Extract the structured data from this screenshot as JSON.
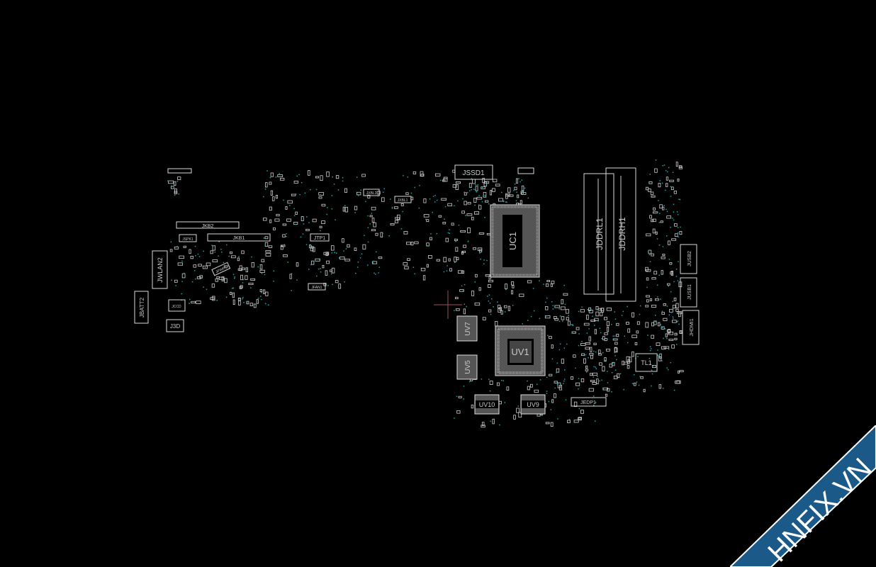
{
  "viewer": {
    "background": "#000000",
    "outline_color": "#d8d8d8",
    "pin_color": "#1fa3a3",
    "cursor_color": "#a05060"
  },
  "components": {
    "JKB2": "JKB2",
    "JKB1": "JKB1",
    "JSPK1": "JSPK1",
    "JTP1": "JTP1",
    "JFAN1": "JFAN1",
    "JPWR1": "JPWR1",
    "JXBL2": "JXBL2",
    "JXBL1": "JXBL1",
    "JWLAN2": "JWLAN2",
    "JBATT2": "JBATT2",
    "JCCD": "JCCD",
    "J3D": "J3D",
    "JSSD1": "JSSD1",
    "UC1": "UC1",
    "JDDRL1": "JDDRL1",
    "JDDRH1": "JDDRH1",
    "JUSB2": "JUSB2",
    "JUSB1": "JUSB1",
    "JHDMI1": "JHDMI1",
    "UV1": "UV1",
    "UV7": "UV7",
    "UV5": "UV5",
    "UV10": "UV10",
    "UV9": "UV9",
    "TL1": "TL1",
    "JEDP1": "JEDP1"
  },
  "watermark": {
    "text": "HNFIX.VN",
    "band_color": "#1b5a88"
  }
}
